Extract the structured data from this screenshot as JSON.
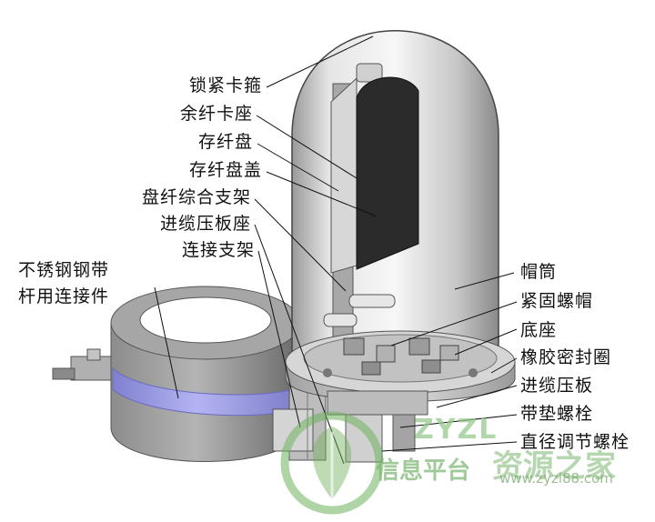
{
  "diagram": {
    "left_labels": [
      "锁紧卡箍",
      "余纤卡座",
      "存纤盘",
      "存纤盘盖",
      "盘纤综合支架",
      "进缆压板座",
      "连接支架"
    ],
    "bracket_label": [
      "不锈钢钢带",
      "杆用连接件"
    ],
    "right_labels": [
      "帽筒",
      "紧固螺帽",
      "底座",
      "橡胶密封圈",
      "进缆压板",
      "带垫螺栓",
      "直径调节螺栓"
    ]
  },
  "watermark": {
    "brand": "ZYZL",
    "line1": "信息平台",
    "line2": "资源之家",
    "url": "www.zyzl88.com"
  },
  "colors": {
    "band": "#a4a4ec",
    "pole_clamp": "#9a9a9a",
    "dome": "#d6d6d6",
    "tray": "#2b2b2b",
    "watermark_green": "#6fb05c"
  }
}
